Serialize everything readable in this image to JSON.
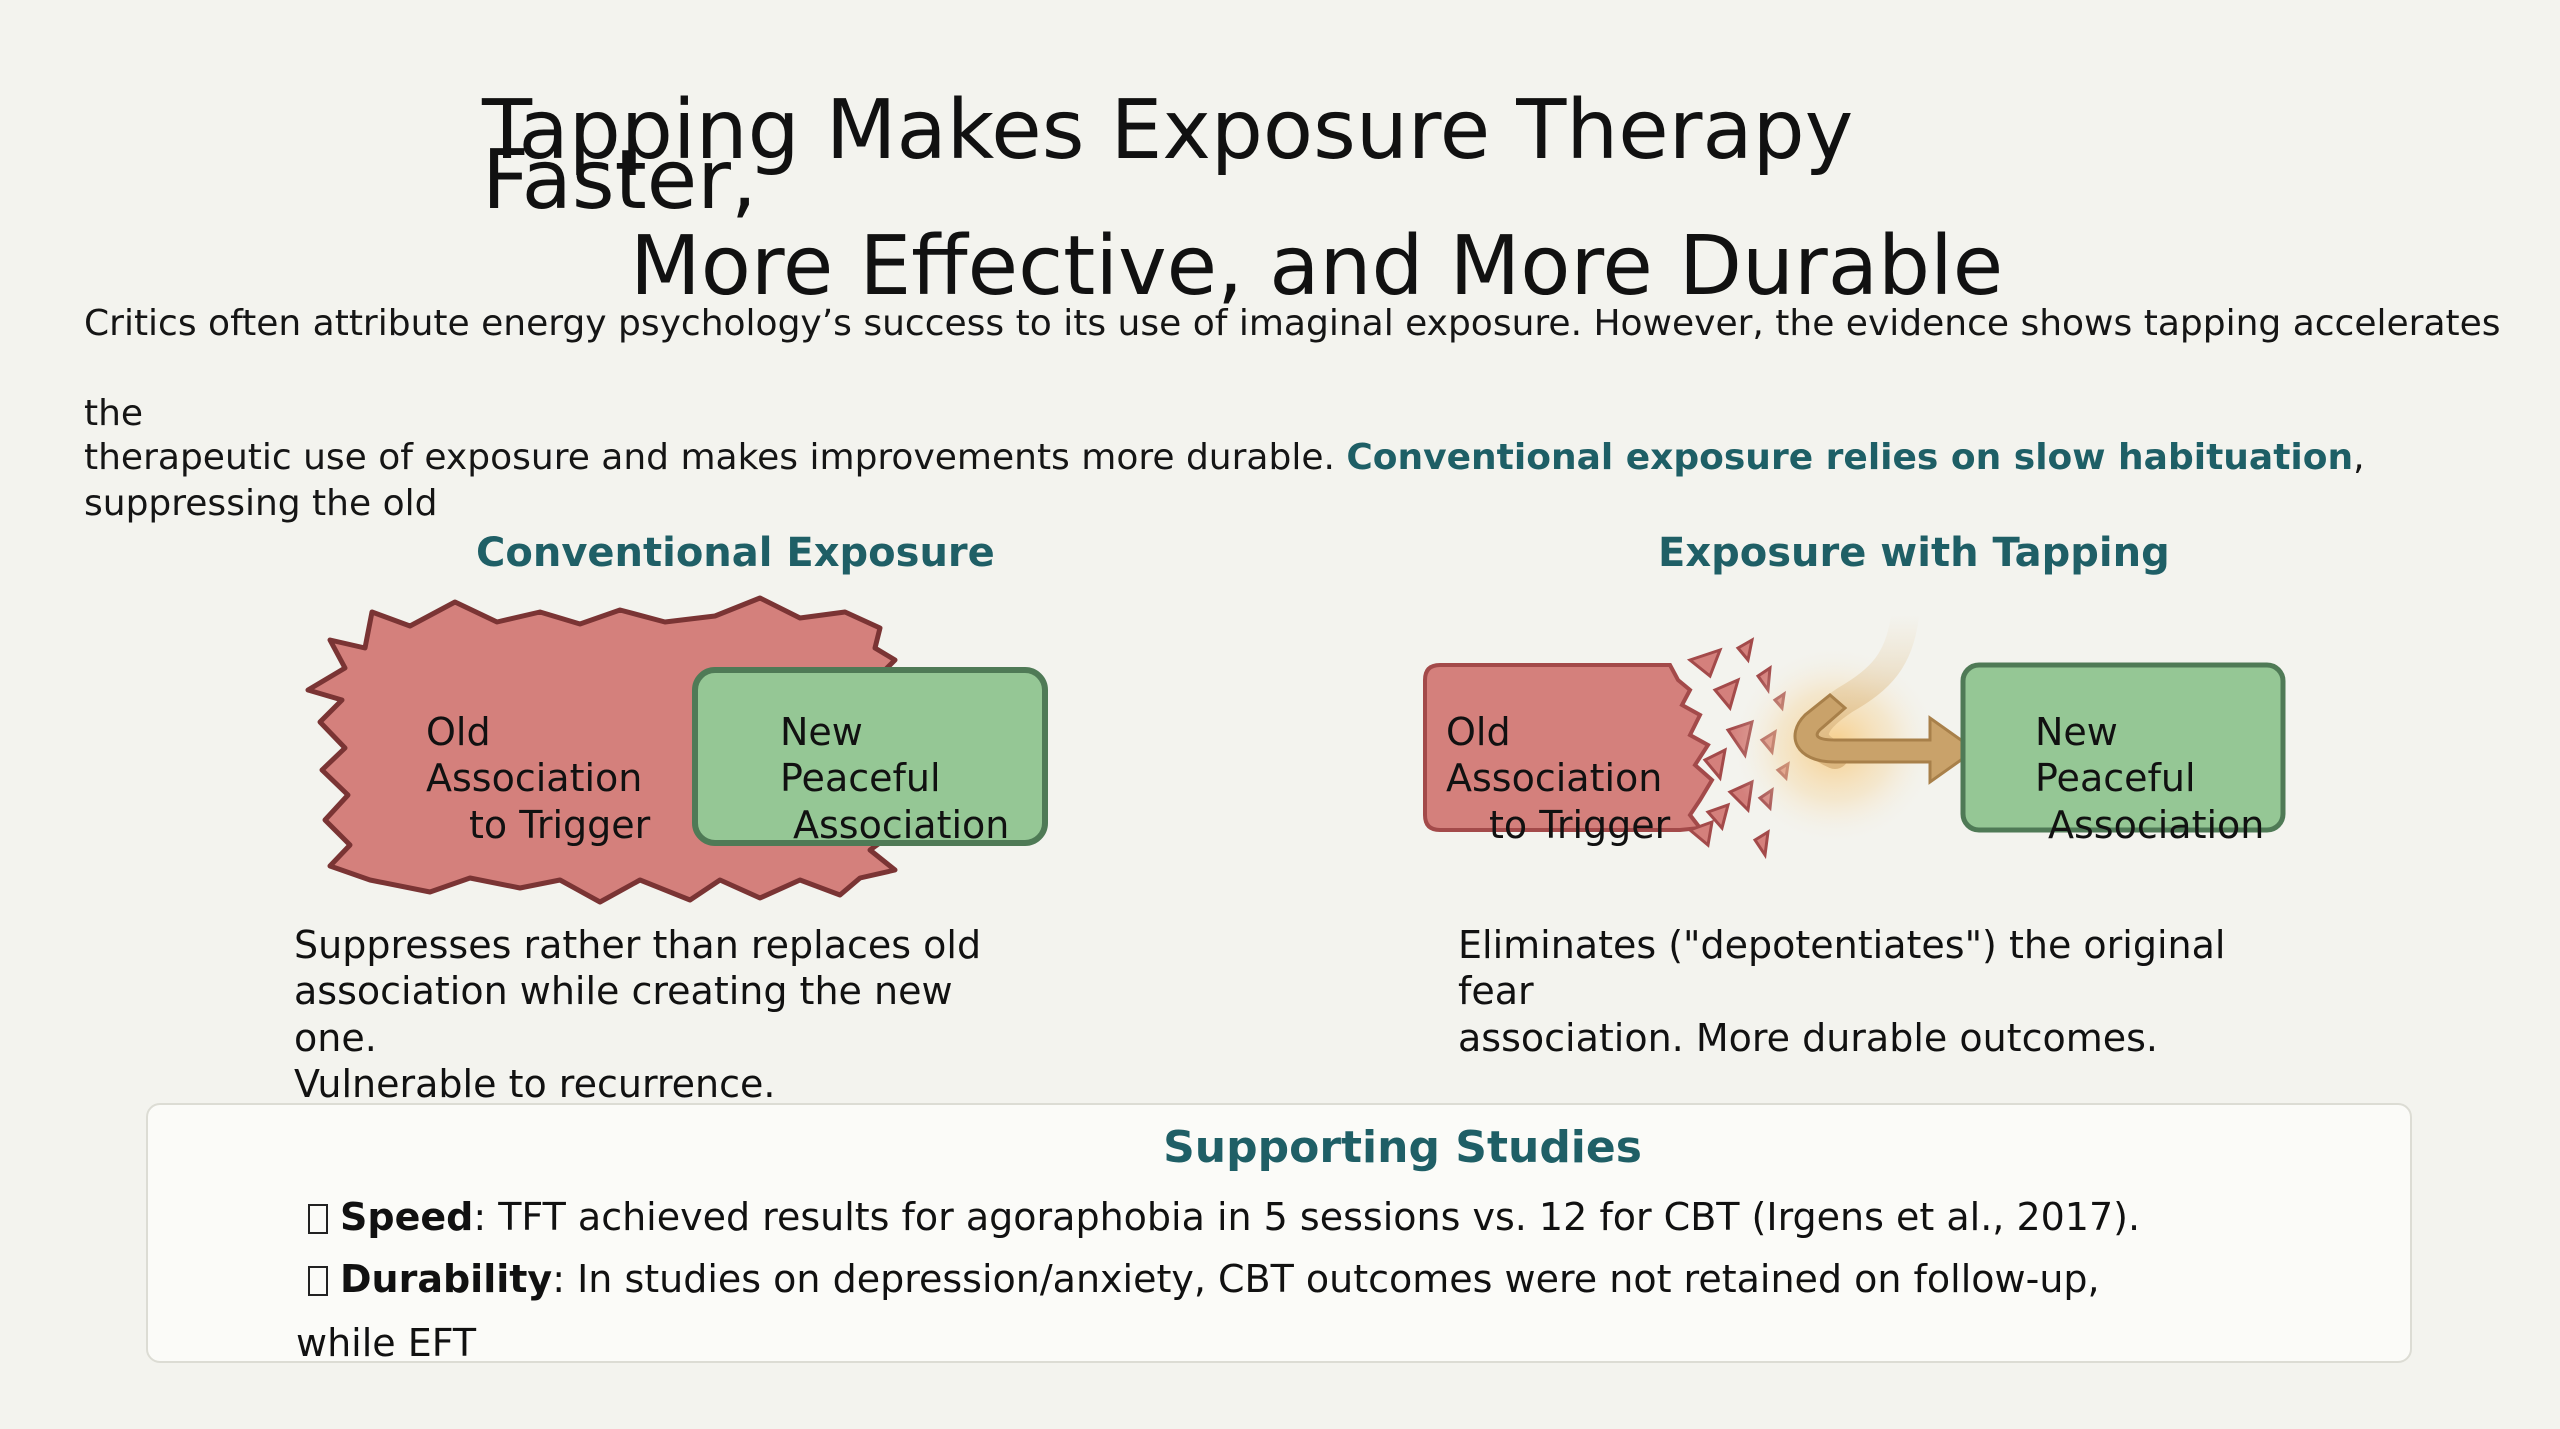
{
  "title": {
    "line1": "Tapping Makes Exposure Therapy",
    "line1b": "Faster,",
    "line2": "More Effective, and More Durable"
  },
  "intro": {
    "line1": "Critics often attribute energy psychology’s success to its use of imaginal exposure. However, the evidence shows tapping accelerates",
    "line2": "the",
    "line3_start": "therapeutic use of exposure and makes improvements more durable. ",
    "line3_highlight": "Conventional exposure relies on slow habituation",
    "line3_end": ",",
    "line4": "suppressing the old"
  },
  "conventional": {
    "heading": "Conventional Exposure",
    "old_box": [
      "Old",
      "Association",
      "to Trigger"
    ],
    "new_box": [
      "New",
      "Peaceful",
      "Association"
    ],
    "description": [
      "Suppresses rather than replaces old",
      "association while creating the new",
      "one.",
      "Vulnerable to recurrence."
    ]
  },
  "tapping": {
    "heading": "Exposure with Tapping",
    "old_box": [
      "Old",
      "Association",
      "to Trigger"
    ],
    "new_box": [
      "New",
      "Peaceful",
      "Association"
    ],
    "description": [
      "Eliminates (\"depotentiates\") the original",
      "fear",
      "association. More durable outcomes."
    ]
  },
  "studies": {
    "title": "Supporting Studies",
    "items": [
      {
        "label": "Speed",
        "text": ": TFT achieved results for agoraphobia in 5 sessions vs. 12 for CBT (Irgens et al., 2017)."
      },
      {
        "label": "Durability",
        "text": ": In studies on depression/anxiety, CBT outcomes were not retained on follow-up,",
        "continuation": "while EFT"
      }
    ]
  },
  "colors": {
    "accent": "#1f5f66",
    "old_fill": "#d4807c",
    "old_stroke": "#7a3434",
    "new_fill": "#95c795",
    "new_stroke": "#4f7a56",
    "arrow": "#c9a26a"
  }
}
